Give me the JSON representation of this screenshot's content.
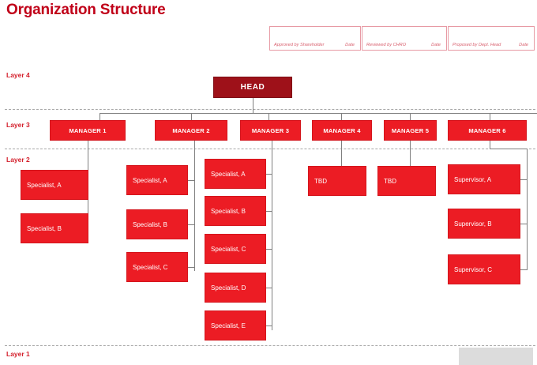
{
  "page": {
    "title": "Organization Structure",
    "accent_red": "#c00018",
    "node_red": "#ec1c24",
    "head_red": "#9e1119",
    "connector_gray": "#7f7f7f",
    "divider_gray": "#a8a8a8"
  },
  "signatures": [
    {
      "label": "Approved by Shareholder",
      "date_label": "Date"
    },
    {
      "label": "Reviewed by CHRO",
      "date_label": "Date"
    },
    {
      "label": "Proposed by Dept. Head",
      "date_label": "Date"
    }
  ],
  "layers": [
    {
      "name": "Layer 4"
    },
    {
      "name": "Layer 3"
    },
    {
      "name": "Layer 2"
    },
    {
      "name": "Layer 1"
    }
  ],
  "head": {
    "label": "HEAD"
  },
  "managers": [
    {
      "label": "MANAGER 1"
    },
    {
      "label": "MANAGER 2"
    },
    {
      "label": "MANAGER 3"
    },
    {
      "label": "MANAGER 4"
    },
    {
      "label": "MANAGER 5"
    },
    {
      "label": "MANAGER 6"
    }
  ],
  "manager1_reports": [
    {
      "label": "Specialist, A"
    },
    {
      "label": "Specialist, B"
    }
  ],
  "manager2_reports": [
    {
      "label": "Specialist, A"
    },
    {
      "label": "Specialist,  B"
    },
    {
      "label": "Specialist, C"
    }
  ],
  "manager3_reports": [
    {
      "label": "Specialist, A"
    },
    {
      "label": "Specialist, B"
    },
    {
      "label": "Specialist, C"
    },
    {
      "label": "Specialist, D"
    },
    {
      "label": "Specialist, E"
    }
  ],
  "manager4_reports": [
    {
      "label": "TBD"
    }
  ],
  "manager5_reports": [
    {
      "label": "TBD"
    }
  ],
  "manager6_reports": [
    {
      "label": "Supervisor, A"
    },
    {
      "label": "Supervisor, B"
    },
    {
      "label": "Supervisor, C"
    }
  ],
  "placeholder_box": {
    "label": ""
  }
}
